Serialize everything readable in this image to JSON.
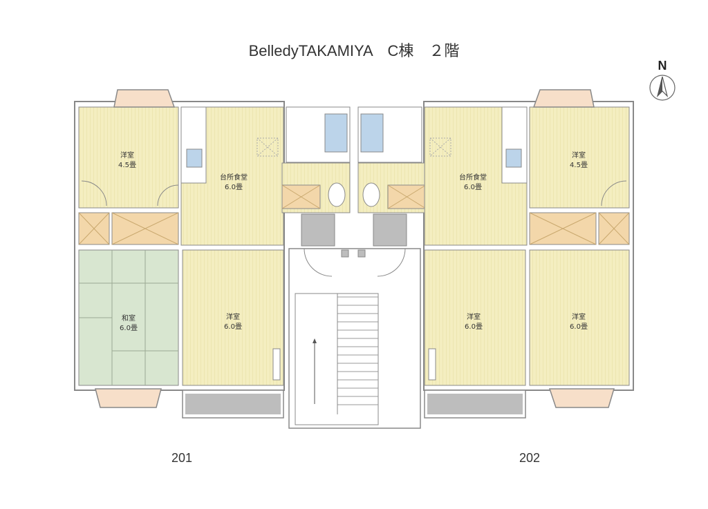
{
  "title": "BelledyTAKAMIYA　C棟　２階",
  "north_label": "N",
  "units": [
    {
      "number": "201",
      "rooms": {
        "western_top": {
          "name": "洋室",
          "size": "4.5畳"
        },
        "dining": {
          "name": "台所食堂",
          "size": "6.0畳"
        },
        "japanese": {
          "name": "和室",
          "size": "6.0畳"
        },
        "western_bottom": {
          "name": "洋室",
          "size": "6.0畳"
        }
      }
    },
    {
      "number": "202",
      "rooms": {
        "dining": {
          "name": "台所食堂",
          "size": "6.0畳"
        },
        "western_top": {
          "name": "洋室",
          "size": "4.5畳"
        },
        "western_mid": {
          "name": "洋室",
          "size": "6.0畳"
        },
        "western_right": {
          "name": "洋室",
          "size": "6.0畳"
        }
      }
    }
  ],
  "colors": {
    "flooring": "#f4eec0",
    "tatami": "#d8e6d0",
    "storage": "#f3d7aa",
    "bay": "#f7dfc9",
    "bath": "#bcd4ea",
    "gray": "#bdbdbd",
    "wall": "#888888"
  }
}
